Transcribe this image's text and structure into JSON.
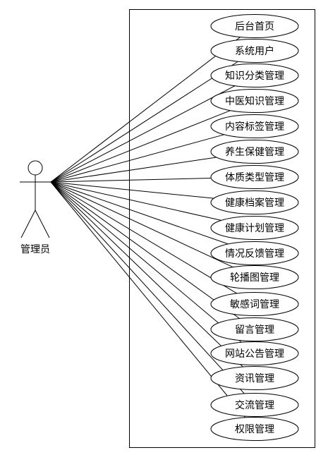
{
  "actor": {
    "label": "管理员"
  },
  "use_cases": [
    {
      "label": "后台首页"
    },
    {
      "label": "系统用户"
    },
    {
      "label": "知识分类管理"
    },
    {
      "label": "中医知识管理"
    },
    {
      "label": "内容标签管理"
    },
    {
      "label": "养生保健管理"
    },
    {
      "label": "体质类型管理"
    },
    {
      "label": "健康档案管理"
    },
    {
      "label": "健康计划管理"
    },
    {
      "label": "情况反馈管理"
    },
    {
      "label": "轮播图管理"
    },
    {
      "label": "敏感词管理"
    },
    {
      "label": "留言管理"
    },
    {
      "label": "网站公告管理"
    },
    {
      "label": "资讯管理"
    },
    {
      "label": "交流管理"
    },
    {
      "label": "权限管理"
    }
  ],
  "colors": {
    "stroke": "#000000",
    "fill": "#ffffff"
  }
}
